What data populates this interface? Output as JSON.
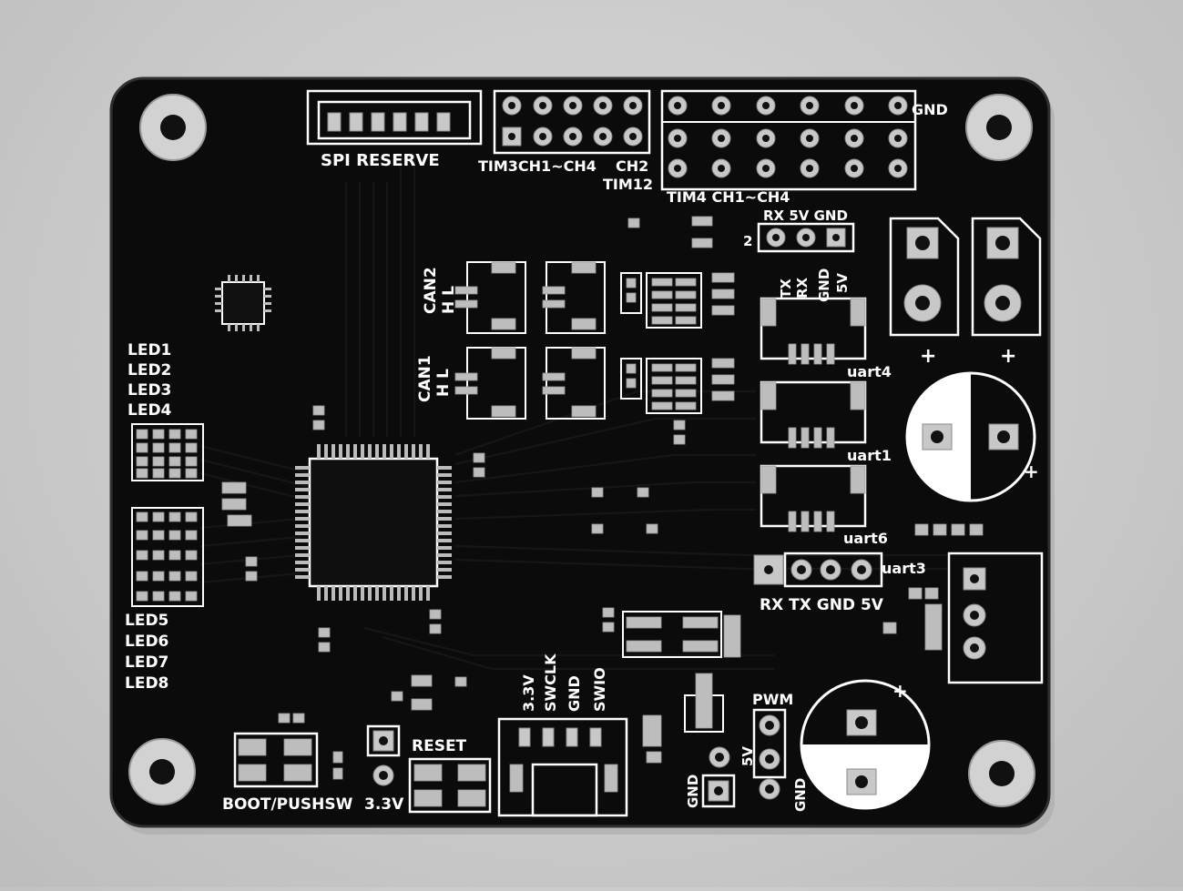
{
  "board": {
    "colors": {
      "background": "#c9c9c9",
      "pcb": "#0b0b0b",
      "silkscreen": "#ffffff",
      "pad": "#c8c8c8"
    }
  },
  "labels": {
    "spi_reserve": "SPI RESERVE",
    "tim3": "TIM3CH1~CH4",
    "ch2": "CH2",
    "tim12": "TIM12",
    "tim4": "TIM4 CH1~CH4",
    "gnd_top": "GND",
    "can2": "CAN2",
    "can1": "CAN1",
    "hl": "H L",
    "rx5vgnd": "RX 5V GND",
    "two": "2",
    "tx": "TX",
    "rx": "RX",
    "gnd": "GND",
    "fivev": "5V",
    "uart4": "uart4",
    "uart1": "uart1",
    "uart6": "uart6",
    "uart3": "uart3",
    "uart3_pins": "RX TX GND 5V",
    "leds_top": [
      "LED1",
      "LED2",
      "LED3",
      "LED4"
    ],
    "leds_bottom": [
      "LED5",
      "LED6",
      "LED7",
      "LED8"
    ],
    "swd": [
      "3.3V",
      "SWCLK",
      "GND",
      "SWIO"
    ],
    "reset": "RESET",
    "boot": "BOOT/PUSHSW",
    "v33": "3.3V",
    "pwm": "PWM",
    "plus": "+"
  }
}
